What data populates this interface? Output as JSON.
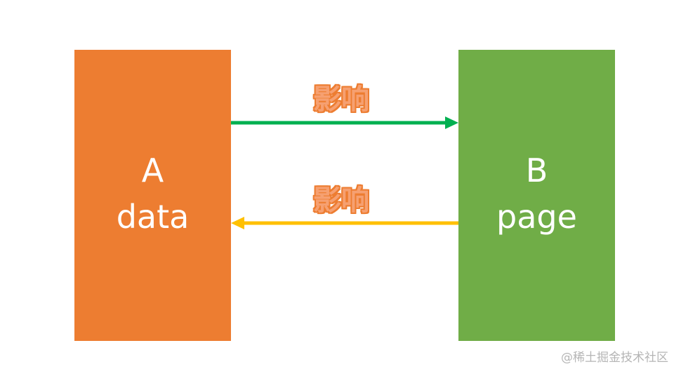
{
  "colors": {
    "box_a": "#ed7d31",
    "box_b": "#70ad47",
    "arrow_forward": "#00b050",
    "arrow_backward": "#ffc000",
    "label_fill": "#f6a071",
    "label_outline": "#ed7d31"
  },
  "box_a": {
    "letter": "A",
    "word": "data"
  },
  "box_b": {
    "letter": "B",
    "word": "page"
  },
  "arrows": {
    "forward_label": "影响",
    "backward_label": "影响"
  },
  "watermark": "@稀土掘金技术社区"
}
